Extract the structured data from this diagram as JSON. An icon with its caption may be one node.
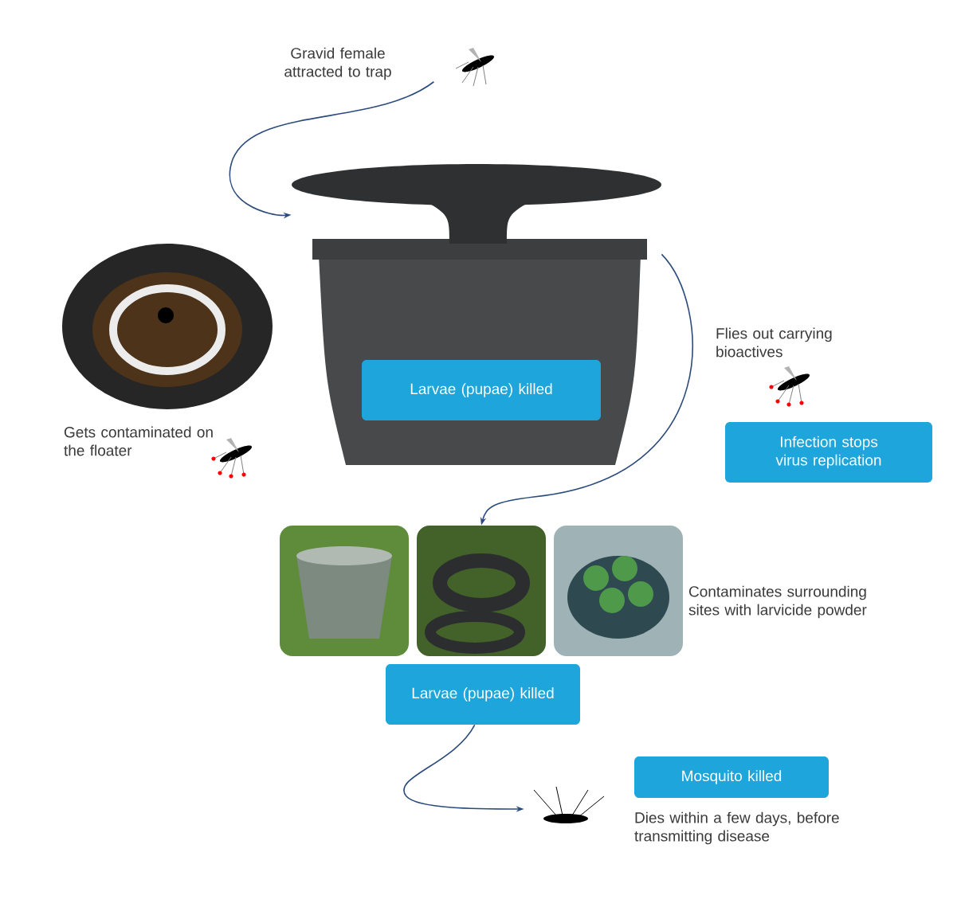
{
  "diagram": {
    "nodes": [
      {
        "text": [
          "Gravid female attracted to trap"
        ]
      },
      {
        "text": [],
        "shape": "picture"
      },
      {
        "text": [
          "Larvae (pupae) killed"
        ],
        "in": 1
      },
      {
        "text": [
          "Flies out carrying bioactives"
        ]
      },
      {
        "text": [
          "Infection stops virus replication"
        ]
      },
      {
        "text": [],
        "shape": "picture"
      },
      {
        "text": [],
        "shape": "picture"
      },
      {
        "text": [],
        "shape": "picture"
      },
      {
        "text": [
          "Contaminates surrounding sites with larvicide powder"
        ]
      },
      {
        "text": [
          "Larvae (pupae) killed"
        ]
      },
      {
        "text": [],
        "shape": "picture"
      },
      {
        "text": [
          "Mosquito  killed"
        ]
      },
      {
        "text": [
          "Dies within a few days, before transmitting disease"
        ]
      }
    ],
    "edges": [
      {
        "from": 0,
        "to": 1,
        "arrow": "to"
      },
      {
        "from": 1,
        "to": 6,
        "arrow": "to"
      },
      {
        "from": 9,
        "to": 10,
        "arrow": "to"
      }
    ],
    "labels": [
      "Gets contaminated on the floater"
    ]
  }
}
